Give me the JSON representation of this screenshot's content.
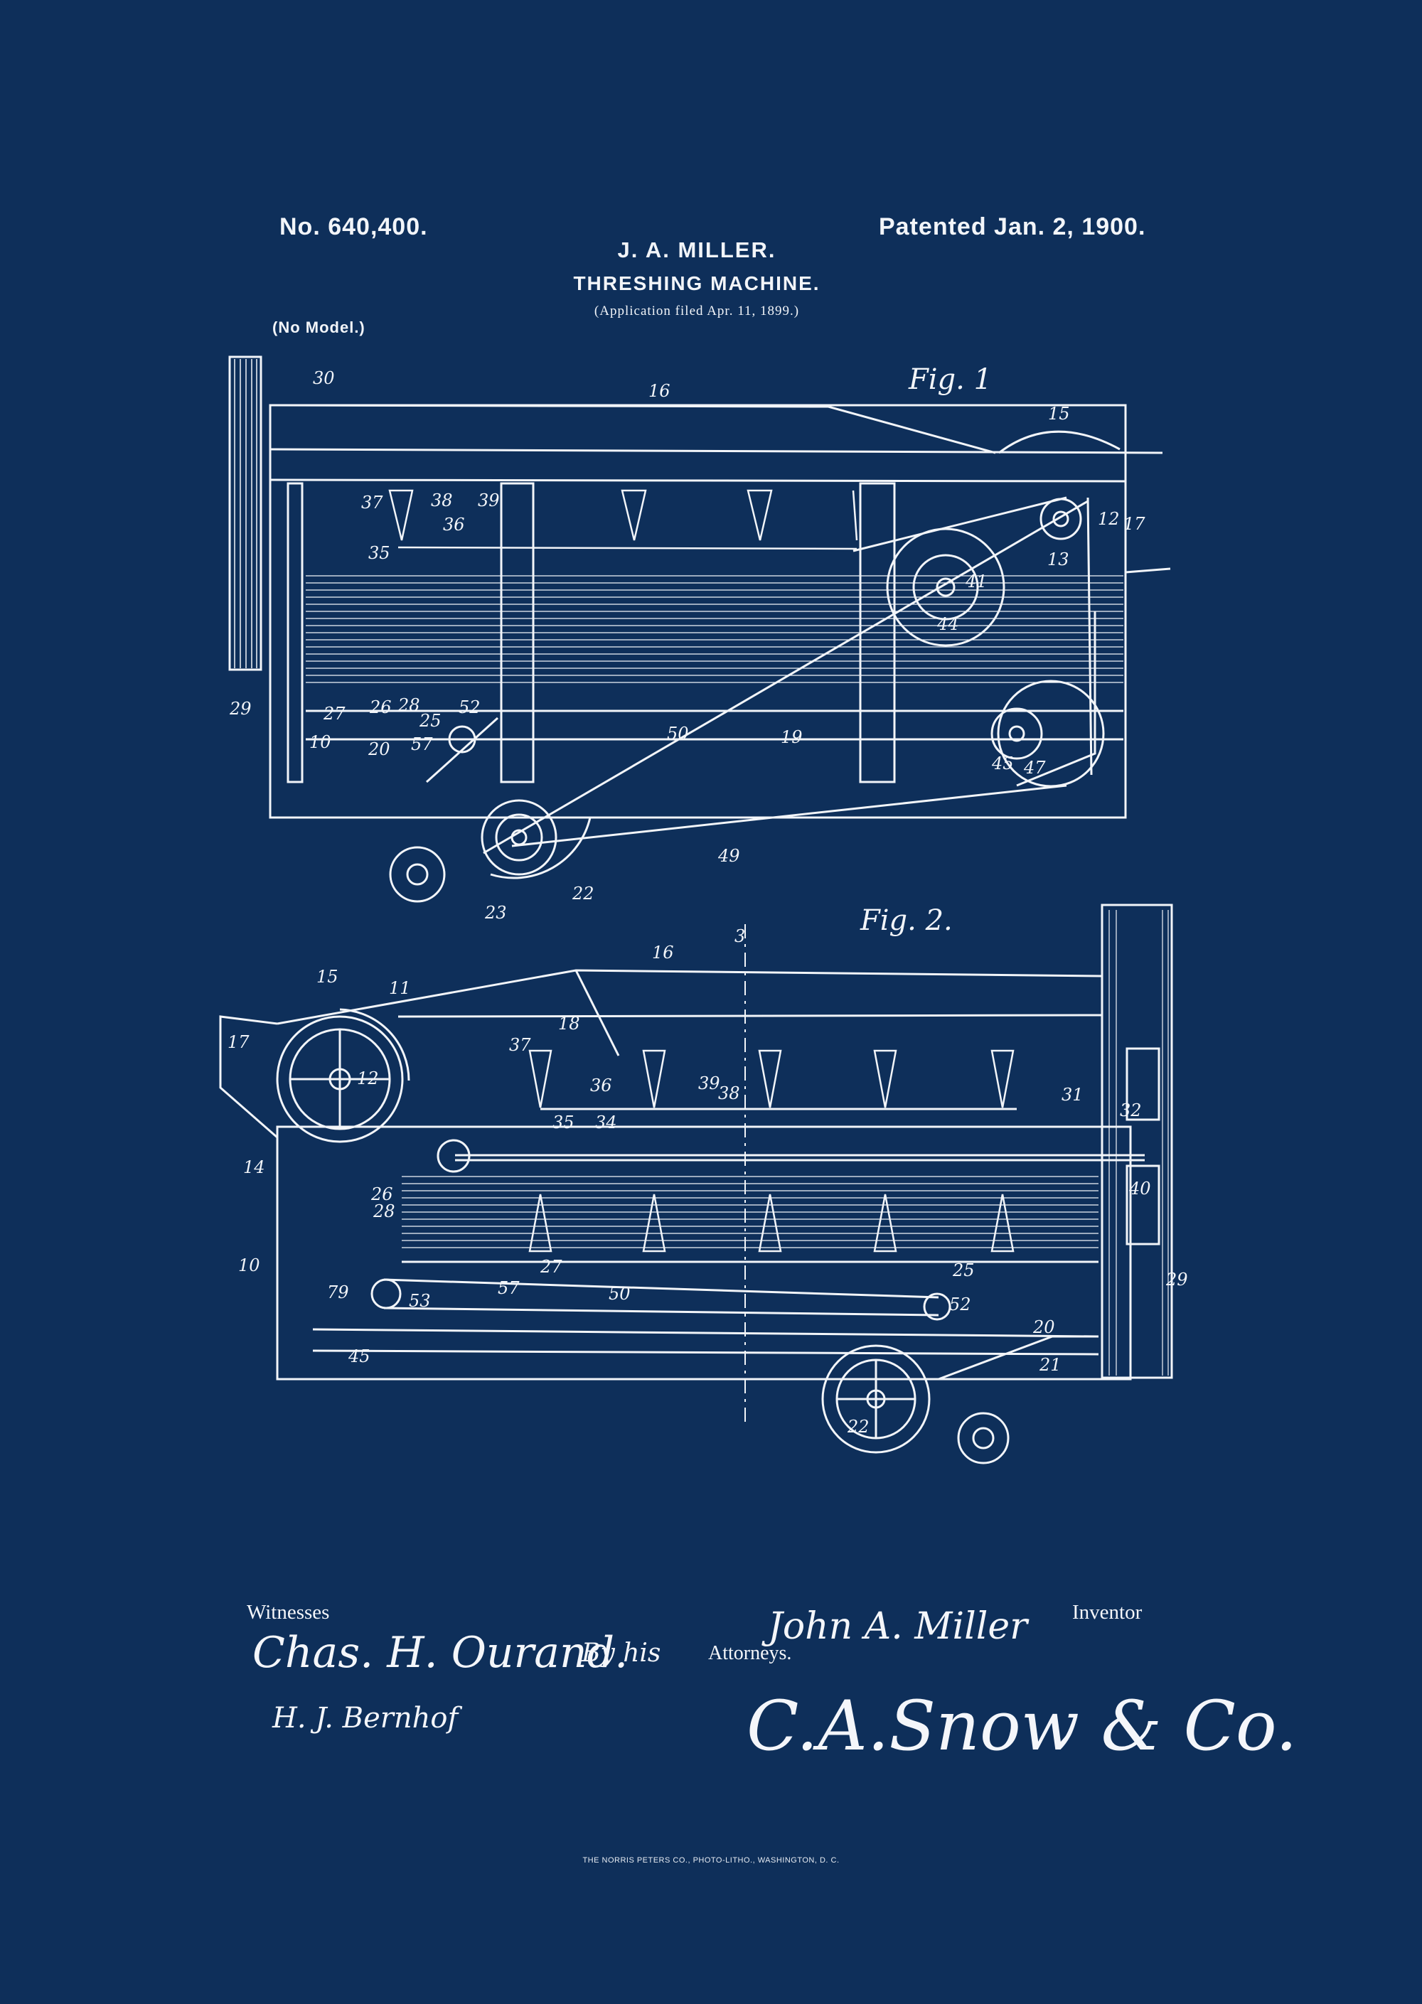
{
  "header": {
    "patent_number": "No. 640,400.",
    "patent_date": "Patented Jan. 2, 1900.",
    "inventor": "J. A. MILLER.",
    "title": "THRESHING MACHINE.",
    "application": "(Application filed Apr. 11, 1899.)",
    "model": "(No Model.)"
  },
  "figures": {
    "fig1_label": "Fig. 1",
    "fig2_label": "Fig. 2.",
    "fig1_refs": [
      "30",
      "16",
      "15",
      "12",
      "17",
      "13",
      "41",
      "44",
      "37",
      "38",
      "36",
      "39",
      "35",
      "29",
      "27",
      "26",
      "28",
      "25",
      "52",
      "10",
      "20",
      "57",
      "50",
      "19",
      "45",
      "47",
      "49",
      "22",
      "23"
    ],
    "fig2_refs": [
      "3",
      "16",
      "15",
      "11",
      "17",
      "18",
      "37",
      "36",
      "39",
      "38",
      "31",
      "32",
      "12",
      "14",
      "35",
      "34",
      "26",
      "28",
      "40",
      "10",
      "27",
      "25",
      "29",
      "79",
      "53",
      "57",
      "50",
      "52",
      "20",
      "21",
      "45",
      "22"
    ]
  },
  "signatures": {
    "witnesses_label": "Witnesses",
    "witness_1": "Chas. H. Ourand.",
    "witness_2": "H. J. Bernhof",
    "by_his": "By his",
    "attorneys_label": "Attorneys.",
    "inventor_signature": "John A. Miller",
    "inventor_label": "Inventor",
    "attorney_signature": "C.A.Snow & Co."
  },
  "footer": {
    "printer": "THE NORRIS PETERS CO., PHOTO-LITHO., WASHINGTON, D. C."
  },
  "colors": {
    "background": "#0e2f5a",
    "ink": "#f2f5f9"
  }
}
